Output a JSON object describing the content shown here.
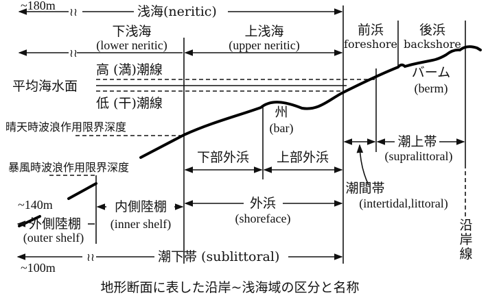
{
  "labels": {
    "depth_180": "~180m",
    "neritic": "浅海(neritic)",
    "lower_neritic_jp": "下浅海",
    "lower_neritic_en": "(lower neritic)",
    "upper_neritic_jp": "上浅海",
    "upper_neritic_en": "(upper neritic)",
    "foreshore_jp": "前浜",
    "foreshore_en": "foreshore",
    "backshore_jp": "後浜",
    "backshore_en": "backshore",
    "high_tide": "高 (満)潮線",
    "mean_sea_level": "平均海水面",
    "low_tide": "低 (干)潮線",
    "berm_jp": "バーム",
    "berm_en": "(berm)",
    "bar_jp": "州",
    "bar_en": "(bar)",
    "fair_weather_wave_base": "晴天時波浪作用限界深度",
    "storm_wave_base": "暴風時波浪作用限界深度",
    "lower_shoreface": "下部外浜",
    "upper_shoreface": "上部外浜",
    "supralittoral_jp": "潮上帯",
    "supralittoral_en": "(supralittoral)",
    "shoreface_jp": "外浜",
    "shoreface_en": "(shoreface)",
    "intertidal_jp": "潮間帯",
    "intertidal_en": "(intertidal,littoral)",
    "depth_140": "~140m",
    "outer_shelf_jp": "外側陸棚",
    "outer_shelf_en": "(outer shelf)",
    "inner_shelf_jp": "内側陸棚",
    "inner_shelf_en": "(inner shelf)",
    "sublittoral": "潮下帯 (sublittoral)",
    "depth_100": "~100m",
    "coastline": [
      "沿",
      "岸",
      "線"
    ]
  },
  "caption": "地形断面に表した沿岸~浅海域の区分と名称"
}
